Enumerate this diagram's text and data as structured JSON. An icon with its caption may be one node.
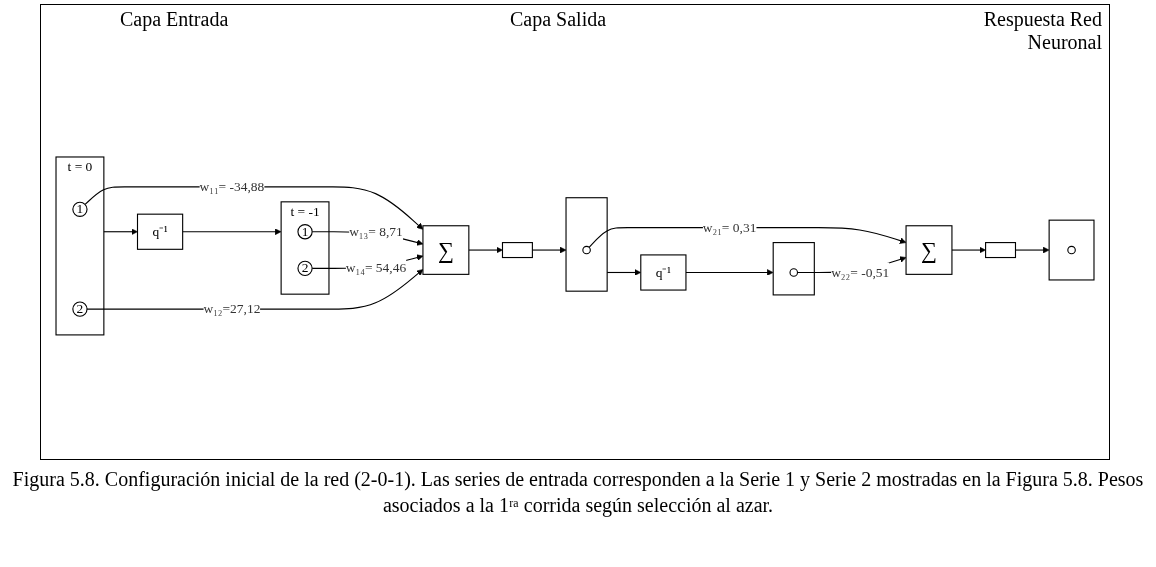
{
  "diagram": {
    "caption": "Figura 5.8. Configuración inicial de la red (2-0-1). Las series de entrada corresponden a la Serie 1 y Serie 2 mostradas en la Figura 5.8. Pesos asociados a la 1ʳᵃ corrida según selección al azar.",
    "nodes": [
      {
        "text": [],
        "shape": "box",
        "beside": [
          "t = 0"
        ]
      },
      {
        "text": [
          "1"
        ],
        "in": 0
      },
      {
        "text": [
          "2"
        ],
        "in": 0
      },
      {
        "text": [
          "q⁻¹"
        ]
      },
      {
        "text": [],
        "shape": "box",
        "beside": [
          "t = -1"
        ]
      },
      {
        "text": [
          "1"
        ],
        "in": 4
      },
      {
        "text": [
          "2"
        ],
        "in": 4
      },
      {
        "text": [
          "∑"
        ]
      },
      {
        "text": [],
        "shape": "box"
      },
      {
        "text": [],
        "shape": "box"
      },
      {
        "text": [],
        "shape": "circle",
        "in": 9
      },
      {
        "text": [
          "q⁻¹"
        ]
      },
      {
        "text": [],
        "shape": "box"
      },
      {
        "text": [],
        "shape": "circle",
        "in": 12
      },
      {
        "text": [
          "∑"
        ]
      },
      {
        "text": [],
        "shape": "box"
      },
      {
        "text": [],
        "shape": "box"
      },
      {
        "text": [],
        "shape": "circle",
        "in": 16
      }
    ],
    "edges": [
      {
        "from": 1,
        "to": 7,
        "arrow": "to",
        "label": "w₁₁= -34,88"
      },
      {
        "from": 2,
        "to": 7,
        "arrow": "to",
        "label": "w₁₂=27,12"
      },
      {
        "from": 5,
        "to": 7,
        "arrow": "to",
        "label": "w₁₃= 8,71"
      },
      {
        "from": 6,
        "to": 7,
        "arrow": "to",
        "label": "w₁₄= 54,46"
      },
      {
        "from": 0,
        "to": 3,
        "arrow": "to"
      },
      {
        "from": 3,
        "to": 4,
        "arrow": "to"
      },
      {
        "from": 7,
        "to": 8,
        "arrow": "to"
      },
      {
        "from": 8,
        "to": 9,
        "arrow": "to"
      },
      {
        "from": 9,
        "to": 11,
        "arrow": "to"
      },
      {
        "from": 11,
        "to": 12,
        "arrow": "to"
      },
      {
        "from": 10,
        "to": 14,
        "arrow": "to",
        "label": "w₂₁= 0,31"
      },
      {
        "from": 13,
        "to": 14,
        "arrow": "to",
        "label": "w₂₂= -0,51"
      },
      {
        "from": 14,
        "to": 15,
        "arrow": "to"
      },
      {
        "from": 15,
        "to": 16,
        "arrow": "to"
      }
    ],
    "labels": [
      "Capa Entrada",
      "Capa Salida",
      "Respuesta Red Neuronal"
    ]
  }
}
